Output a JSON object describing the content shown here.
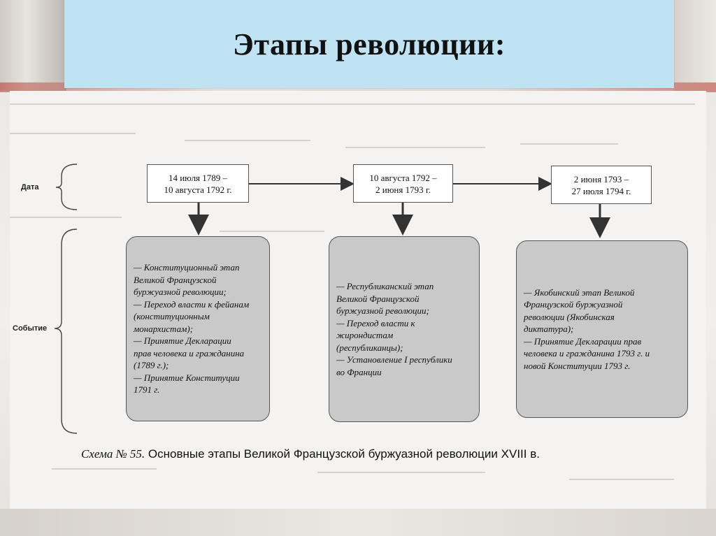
{
  "slide": {
    "title": "Этапы революции:"
  },
  "labels": {
    "date": "Дата",
    "event": "Событие"
  },
  "stages": [
    {
      "date_lines": [
        "14 июля 1789 –",
        "10 августа 1792 г."
      ],
      "event_lines": [
        "— Конституционный этап",
        "Великой Французской",
        "буржуазной революции;",
        "— Переход власти к фейанам",
        "(конституционным",
        "монархистам);",
        "— Принятие Декларации",
        "прав человека и гражданина",
        "(1789 г.);",
        "— Принятие Конституции",
        "1791 г."
      ]
    },
    {
      "date_lines": [
        "10 августа 1792 –",
        "2 июня 1793 г."
      ],
      "event_lines": [
        "— Республиканский этап",
        "Великой Французской",
        "буржуазной революции;",
        "— Переход власти к",
        "жирондистам",
        "(республиканцы);",
        "— Установление I республики",
        "во Франции"
      ]
    },
    {
      "date_lines": [
        "2 июня 1793 –",
        "27 июля 1794 г."
      ],
      "event_lines": [
        "— Якобинский этап Великой",
        "Французской буржуазной",
        "революции (Якобинская",
        "диктатура);",
        "— Принятие Декларации прав",
        "человека и гражданина 1793 г. и",
        "новой Конституции 1793 г."
      ]
    }
  ],
  "caption": {
    "scheme": "Схема № 55.",
    "text": "Основные этапы Великой Французской буржуазной революции XVIII в."
  },
  "colors": {
    "title_bg": "#bfe3f3",
    "event_bg": "#c9c9c9",
    "arrow": "#333333"
  }
}
